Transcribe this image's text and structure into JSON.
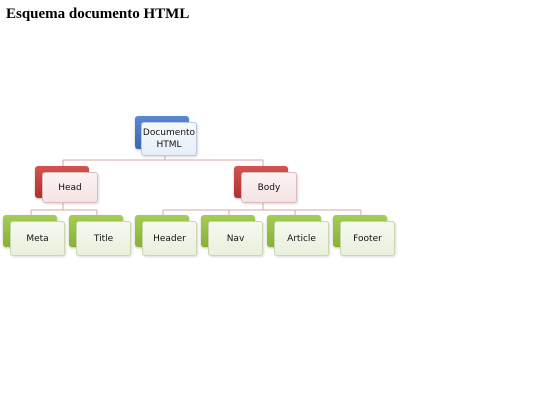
{
  "page": {
    "title": "Esquema documento HTML"
  },
  "diagram": {
    "root": {
      "lines": [
        "Documento",
        "HTML"
      ],
      "color": "#4472c4"
    },
    "branches": [
      {
        "label": "Head",
        "color": "#c0392b",
        "children": [
          "Meta",
          "Title"
        ]
      },
      {
        "label": "Body",
        "color": "#c0392b",
        "children": [
          "Header",
          "Nav",
          "Article",
          "Footer"
        ]
      }
    ],
    "leaf_color": "#9bbb59",
    "connector_color": "#d9a6a6"
  }
}
